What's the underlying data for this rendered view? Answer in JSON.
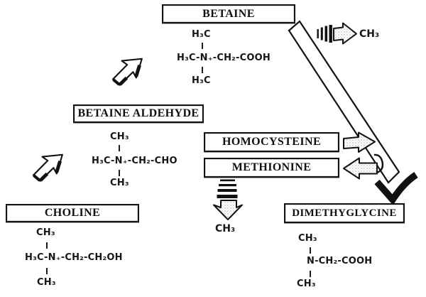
{
  "boxes": {
    "betaine": {
      "label": "BETAINE"
    },
    "betaine_aldehyde": {
      "label": "BETAINE ALDEHYDE"
    },
    "homocysteine": {
      "label": "HOMOCYSTEINE"
    },
    "methionine": {
      "label": "METHIONINE"
    },
    "choline": {
      "label": "CHOLINE"
    },
    "dimethylglycine": {
      "label": "DIMETHYGLYCINE"
    }
  },
  "structures": {
    "betaine": {
      "top": "H₃C",
      "main": "H₃C-N₊-CH₂-COOH",
      "bottom": "H₃C"
    },
    "betaine_aldehyde": {
      "top": "CH₃",
      "main": "H₃C-N₊-CH₂-CHO",
      "bottom": "CH₃"
    },
    "choline": {
      "top": "CH₃",
      "main": "H₃C-N₊-CH₂-CH₂OH",
      "bottom": "CH₃"
    },
    "dimethylglycine": {
      "top": "CH₃",
      "main": "N-CH₂-COOH",
      "bottom": "CH₃"
    }
  },
  "methyl_labels": {
    "top_right": "CH₃",
    "bottom_middle": "CH₃"
  },
  "arrows": [
    {
      "name": "choline-to-betaine-aldehyde",
      "style": "hollow-block",
      "direction": "up-right"
    },
    {
      "name": "betaine-aldehyde-to-betaine",
      "style": "hollow-block",
      "direction": "up-right"
    },
    {
      "name": "betaine-to-dimethylglycine",
      "style": "long-hollow-shaft",
      "direction": "down-right"
    },
    {
      "name": "methyl-release-top",
      "style": "striped-block",
      "direction": "right",
      "label": "CH₃"
    },
    {
      "name": "homocysteine-in",
      "style": "stippled-block",
      "direction": "right"
    },
    {
      "name": "methionine-out",
      "style": "stippled-block",
      "direction": "left"
    },
    {
      "name": "methyl-to-methionine",
      "style": "striped-block",
      "direction": "down",
      "label": "CH₃"
    }
  ],
  "colors": {
    "ink": "#111111",
    "paper": "#ffffff"
  }
}
